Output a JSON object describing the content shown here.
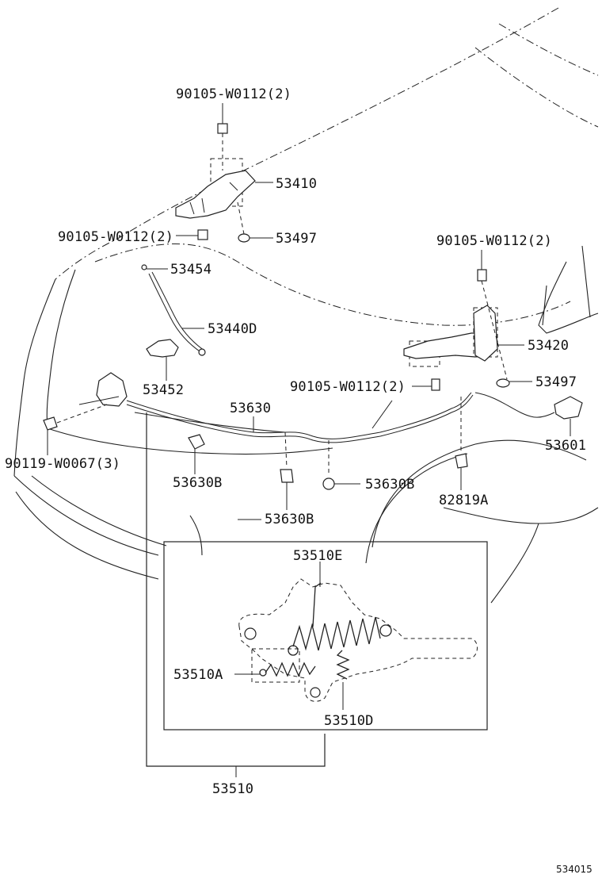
{
  "labels": {
    "bolt_top": "90105-W0112(2)",
    "hinge_left": "53410",
    "bolt_left": "90105-W0112(2)",
    "cushion_left": "53497",
    "rod_end": "53454",
    "support_rod": "53440D",
    "rod_holder": "53452",
    "bolt_right_top": "90105-W0112(2)",
    "hinge_right": "53420",
    "bolt_right_mid": "90105-W0112(2)",
    "cushion_right": "53497",
    "cable": "53630",
    "screw": "90119-W0067(3)",
    "lever": "53601",
    "clamp_a": "53630B",
    "clamp_b": "53630B",
    "clamp_c": "53630B",
    "clip": "82819A",
    "spring_e": "53510E",
    "spring_a": "53510A",
    "spring_d": "53510D",
    "lock_assy": "53510",
    "diagram_code": "534015"
  }
}
